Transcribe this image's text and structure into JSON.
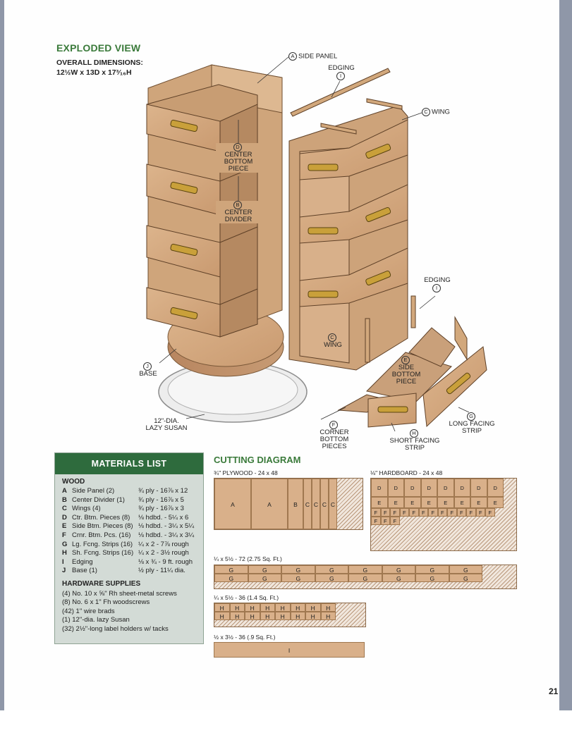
{
  "header": {
    "title": "EXPLODED VIEW",
    "dims_label": "OVERALL DIMENSIONS:",
    "dims_value": "12½W x 13D x 17³⁄₁₆H"
  },
  "callouts": {
    "a": {
      "letter": "A",
      "text": "SIDE PANEL"
    },
    "edging_top": {
      "text": "EDGING",
      "letter": "I"
    },
    "c_wing": {
      "letter": "C",
      "text": "WING"
    },
    "d": {
      "letter": "D",
      "line1": "CENTER",
      "line2": "BOTTOM",
      "line3": "PIECE"
    },
    "b": {
      "letter": "B",
      "line1": "CENTER",
      "line2": "DIVIDER"
    },
    "edging_right": {
      "text": "EDGING",
      "letter": "I"
    },
    "c_wing_lower": {
      "letter": "C",
      "text": "WING"
    },
    "e": {
      "letter": "E",
      "line1": "SIDE",
      "line2": "BOTTOM",
      "line3": "PIECE"
    },
    "j": {
      "letter": "J",
      "text": "BASE"
    },
    "lazy": {
      "line1": "12\"-DIA.",
      "line2": "LAZY SUSAN"
    },
    "g": {
      "letter": "G",
      "line1": "LONG FACING",
      "line2": "STRIP"
    },
    "f": {
      "letter": "F",
      "line1": "CORNER BOTTOM",
      "line2": "PIECES"
    },
    "h": {
      "letter": "H",
      "text": "SHORT FACING STRIP"
    }
  },
  "materials": {
    "title": "MATERIALS LIST",
    "wood_heading": "WOOD",
    "wood": [
      {
        "key": "A",
        "name": "Side Panel (2)",
        "size": "¾ ply - 16⅞ x 12"
      },
      {
        "key": "B",
        "name": "Center Divider (1)",
        "size": "¾ ply - 16⅞ x 5"
      },
      {
        "key": "C",
        "name": "Wings (4)",
        "size": "¾ ply - 16⅞ x 3"
      },
      {
        "key": "D",
        "name": "Ctr. Btm. Pieces (8)",
        "size": "⅛ hdbd. - 5¼ x 6"
      },
      {
        "key": "E",
        "name": "Side Btm. Pieces (8)",
        "size": "⅛ hdbd. - 3¼ x 5¼"
      },
      {
        "key": "F",
        "name": "Crnr. Btm. Pcs. (16)",
        "size": "⅛ hdbd. - 3¼ x 3¼"
      },
      {
        "key": "G",
        "name": "Lg. Fcng. Strips (16)",
        "size": "¼ x 2 - 7⅞ rough"
      },
      {
        "key": "H",
        "name": "Sh. Fcng. Strips (16)",
        "size": "¼ x 2 - 3½ rough"
      },
      {
        "key": "I",
        "name": "Edging",
        "size": "⅛ x ¾ - 9 ft. rough"
      },
      {
        "key": "J",
        "name": "Base (1)",
        "size": "½ ply - 11¼ dia."
      }
    ],
    "hardware_heading": "HARDWARE SUPPLIES",
    "hardware": [
      "(4) No. 10 x ⅝\" Rh sheet-metal screws",
      "(8) No. 6 x 1\" Fh woodscrews",
      "(42) 1\" wire brads",
      "(1) 12\"-dia. lazy Susan",
      "(32) 2½\"-long label holders w/ tacks"
    ]
  },
  "cutting": {
    "title": "CUTTING DIAGRAM",
    "ply_label": "¾\" PLYWOOD - 24 x 48",
    "hdbd_label": "⅛\" HARDBOARD - 24 x 48",
    "g_label": "¼ x 5½ - 72 (2.75 Sq. Ft.)",
    "h_label": "¼ x 5½ - 36 (1.4 Sq. Ft.)",
    "i_label": "½ x 3½ - 36 (.9 Sq. Ft.)",
    "ply_pieces": [
      "A",
      "A",
      "B",
      "C",
      "C",
      "C",
      "C"
    ],
    "hd_row1": [
      "D",
      "D",
      "D",
      "D",
      "D",
      "D",
      "D",
      "D"
    ],
    "hd_row2": [
      "E",
      "E",
      "E",
      "E",
      "E",
      "E",
      "E",
      "E"
    ],
    "hd_row3": [
      "F",
      "F",
      "F",
      "F",
      "F",
      "F",
      "F",
      "F",
      "F",
      "F",
      "F",
      "F",
      "F"
    ],
    "hd_row4": [
      "F",
      "F",
      "F"
    ],
    "g_row1": [
      "G",
      "G",
      "G",
      "G",
      "G",
      "G",
      "G",
      "G"
    ],
    "g_row2": [
      "G",
      "G",
      "G",
      "G",
      "G",
      "G",
      "G",
      "G"
    ],
    "h_row1": [
      "H",
      "H",
      "H",
      "H",
      "H",
      "H",
      "H",
      "H"
    ],
    "h_row2": [
      "H",
      "H",
      "H",
      "H",
      "H",
      "H",
      "H",
      "H"
    ],
    "i_piece": "I"
  },
  "page_number": "21"
}
